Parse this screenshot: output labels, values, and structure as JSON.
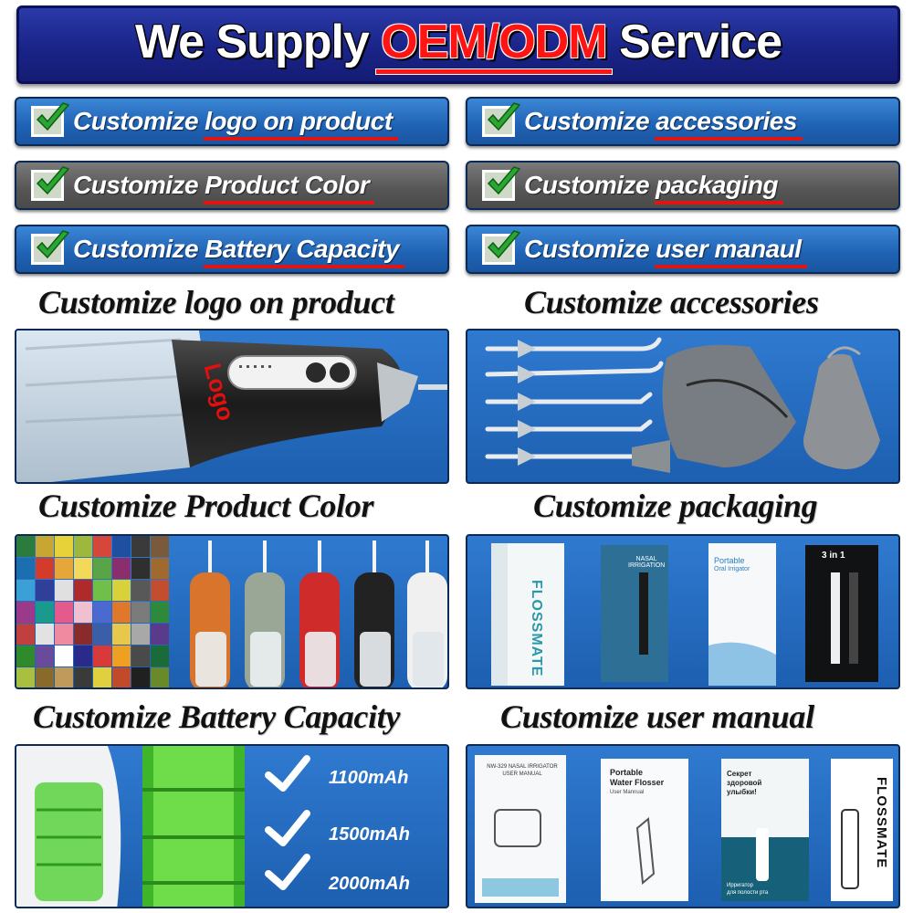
{
  "banner": {
    "prefix": "We Supply",
    "accent": "OEM/ODM",
    "suffix": "Service"
  },
  "features": [
    {
      "lead": "Customize",
      "highlight": "logo on product"
    },
    {
      "lead": "Customize",
      "highlight": "accessories"
    },
    {
      "lead": "Customize",
      "highlight": "Product Color"
    },
    {
      "lead": "Customize",
      "highlight": "packaging"
    },
    {
      "lead": "Customize",
      "highlight": "Battery Capacity"
    },
    {
      "lead": "Customize",
      "highlight": "user manaul"
    }
  ],
  "sections": {
    "logo": {
      "title": "Customize logo on product",
      "logo_text": "Logo"
    },
    "accessories": {
      "title": "Customize accessories"
    },
    "color": {
      "title": "Customize Product Color"
    },
    "packaging": {
      "title": "Customize packaging",
      "box1_brand": "FLOSSMATE",
      "box2_label": "NASAL IRRIGATION",
      "box3_line1": "Portable",
      "box3_line2": "Oral Irrigator",
      "box4_label": "3 in 1"
    },
    "battery": {
      "title": "Customize Battery Capacity",
      "capacities": [
        "1100mAh",
        "1500mAh",
        "2000mAh"
      ]
    },
    "manual": {
      "title": "Customize user manual",
      "m1_title": "NW-329 NASAL IRRIGATOR",
      "m1_sub": "USER MANUAL",
      "m2_title1": "Portable",
      "m2_title2": "Water Flosser",
      "m2_sub": "User Mannual",
      "m3_line1": "Секрет",
      "m3_line2": "здоровой",
      "m3_line3": "улыбки!",
      "m3_foot1": "Ирригатор",
      "m3_foot2": "для полости рта",
      "m4_brand": "FLOSSMATE"
    }
  },
  "colors": {
    "accent_red": "#ff1414",
    "panel_blue": "#1f62b4",
    "bar_gray": "#555555",
    "banner_navy": "#1a2488"
  }
}
